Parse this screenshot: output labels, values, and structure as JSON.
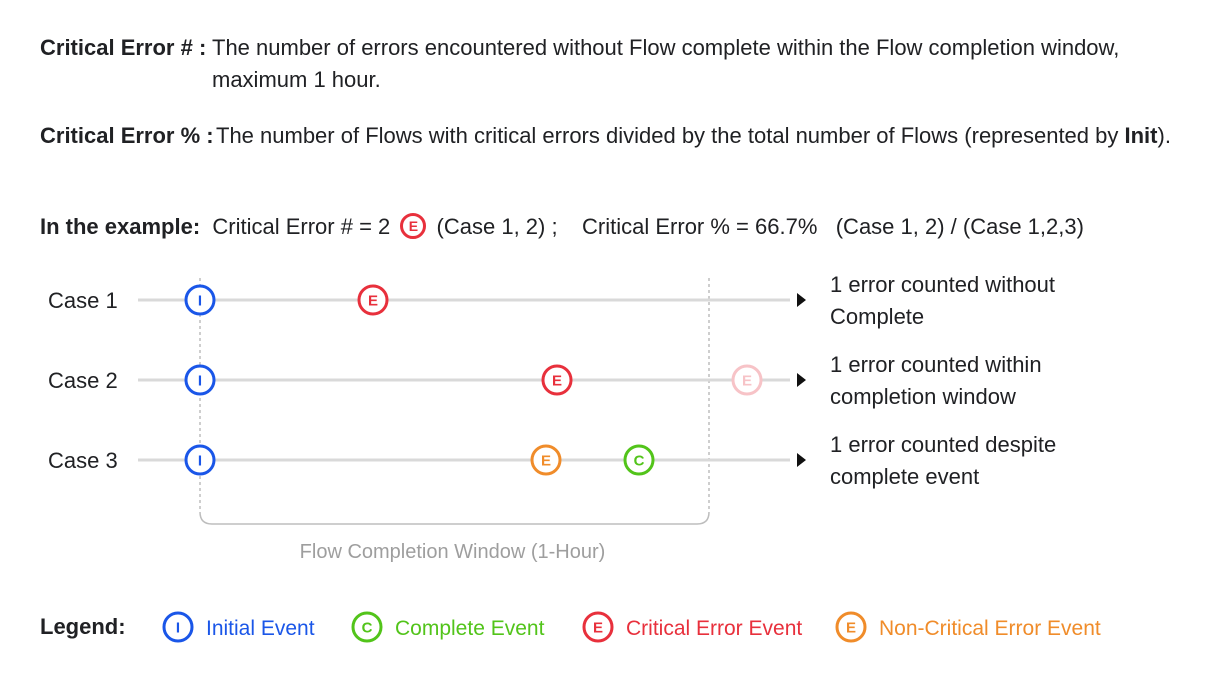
{
  "definitions": {
    "count": {
      "term": "Critical Error # :",
      "text": "The number of errors encountered without Flow complete within the Flow completion window, maximum 1 hour."
    },
    "percent": {
      "term": "Critical Error % :",
      "text_before": "The number of Flows with critical errors divided by the total number of Flows (represented by ",
      "text_bold": "Init",
      "text_after": ")."
    }
  },
  "example": {
    "label": "In the example:",
    "count_text": "Critical Error # = 2",
    "badge_letter": "E",
    "count_cases": "(Case 1, 2) ;",
    "percent_text": "Critical Error % = 66.7%",
    "percent_cases": "(Case 1, 2) / (Case 1,2,3)"
  },
  "cases": [
    {
      "label": "Case 1",
      "events": [
        {
          "type": "initial",
          "letter": "I"
        },
        {
          "type": "critical",
          "letter": "E"
        }
      ],
      "note_lines": [
        "1 error counted without",
        "Complete"
      ]
    },
    {
      "label": "Case 2",
      "events": [
        {
          "type": "initial",
          "letter": "I"
        },
        {
          "type": "critical",
          "letter": "E"
        },
        {
          "type": "critical-faded",
          "letter": "E"
        }
      ],
      "note_lines": [
        "1 error counted within",
        "completion window"
      ]
    },
    {
      "label": "Case 3",
      "events": [
        {
          "type": "initial",
          "letter": "I"
        },
        {
          "type": "noncritical",
          "letter": "E"
        },
        {
          "type": "complete",
          "letter": "C"
        }
      ],
      "note_lines": [
        "1 error counted despite",
        "complete event"
      ]
    }
  ],
  "window_label": "Flow Completion Window (1-Hour)",
  "legend": {
    "title": "Legend:",
    "items": [
      {
        "letter": "I",
        "label": "Initial Event",
        "color": "#1a56e8"
      },
      {
        "letter": "C",
        "label": "Complete Event",
        "color": "#52c41a"
      },
      {
        "letter": "E",
        "label": "Critical Error Event",
        "color": "#e8303c"
      },
      {
        "letter": "E",
        "label": "Non-Critical Error Event",
        "color": "#f08c2a"
      }
    ]
  },
  "colors": {
    "initial": "#1a56e8",
    "complete": "#52c41a",
    "critical": "#e8303c",
    "critical-faded": "#f7c3c7",
    "noncritical": "#f08c2a",
    "timeline": "#d9d9d9",
    "window": "#bdbdbd",
    "muted_text": "#9e9e9e"
  }
}
